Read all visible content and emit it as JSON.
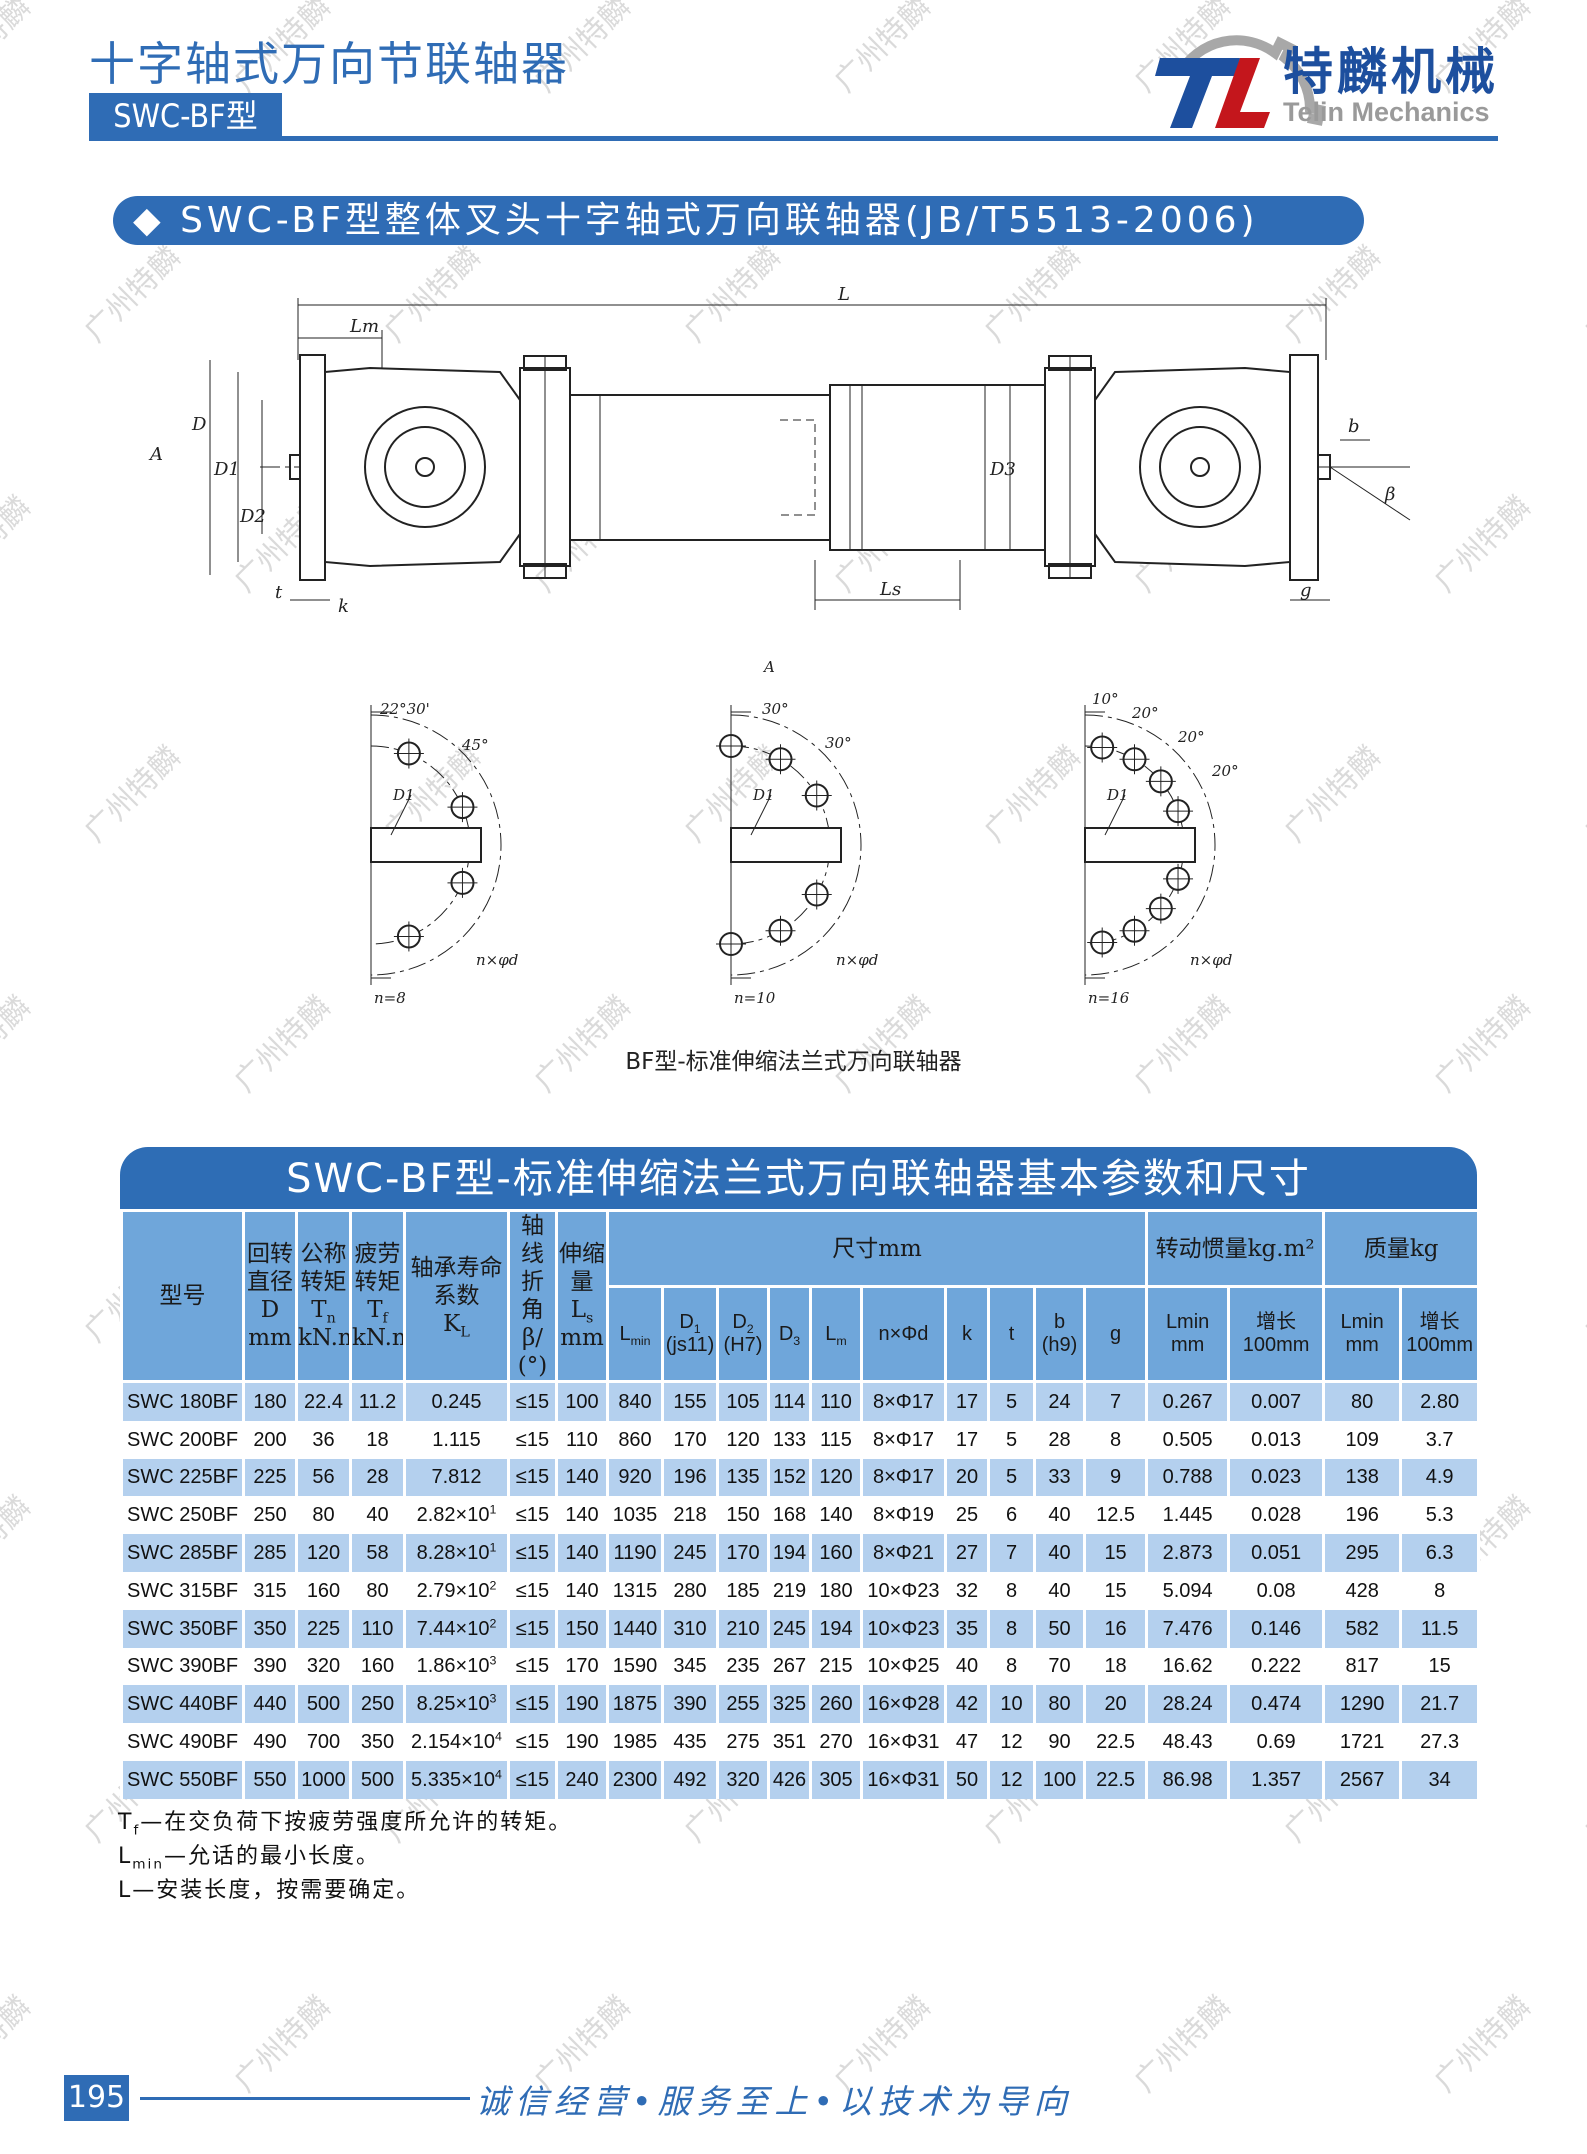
{
  "header": {
    "title": "十字轴式万向节联轴器",
    "model_tag": "SWC-BF型",
    "logo_cn": "特麟机械",
    "logo_en": "Telin Mechanics",
    "logo_mark": "TL",
    "colors": {
      "brand_blue": "#2f6cb5",
      "logo_red": "#c4161c",
      "gear_gray": "#a8a8a8"
    }
  },
  "banner": "◆ SWC-BF型整体叉头十字轴式万向联轴器(JB/T5513-2006)",
  "drawing": {
    "labels": {
      "L": "L",
      "Lm": "Lm",
      "Ls": "Ls",
      "D": "D",
      "D1": "D1",
      "D2": "D2",
      "D3": "D3",
      "A": "A",
      "b": "b",
      "beta": "β",
      "t": "t",
      "k": "k",
      "g": "g"
    },
    "views": [
      {
        "angles": [
          "22°30'",
          "45°"
        ],
        "d1": "D1",
        "holes": "n×φd",
        "n": "n=8"
      },
      {
        "title": "A",
        "angles": [
          "30°",
          "30°"
        ],
        "d1": "D1",
        "holes": "n×φd",
        "n": "n=10"
      },
      {
        "angles": [
          "10°",
          "20°",
          "20°",
          "20°"
        ],
        "d1": "D1",
        "holes": "n×φd",
        "n": "n=16"
      }
    ],
    "caption": "BF型-标准伸缩法兰式万向联轴器"
  },
  "table": {
    "title": "SWC-BF型-标准伸缩法兰式万向联轴器基本参数和尺寸",
    "headers": {
      "model": "型号",
      "D": [
        "回转",
        "直径",
        "D",
        "mm"
      ],
      "Tn": [
        "公称",
        "转矩",
        "T",
        "n",
        "kN.m"
      ],
      "Tf": [
        "疲劳",
        "转矩",
        "T",
        "f",
        "kN.m"
      ],
      "KL": [
        "轴承寿命",
        "系数",
        "K",
        "L"
      ],
      "beta": [
        "轴线",
        "折角",
        "β/",
        "(°)"
      ],
      "Ls": [
        "伸缩",
        "量",
        "L",
        "s",
        "mm"
      ],
      "dims": "尺寸mm",
      "inertia": "转动惯量kg.m²",
      "mass": "质量kg",
      "sub": {
        "Lmin": [
          "L",
          "min"
        ],
        "D1": [
          "D",
          "1",
          "(js11)"
        ],
        "D2": [
          "D",
          "2",
          "(H7)"
        ],
        "D3": [
          "D",
          "3"
        ],
        "Lm": [
          "L",
          "m"
        ],
        "nd": "n×Φd",
        "k": "k",
        "t": "t",
        "b": [
          "b",
          "(h9)"
        ],
        "g": "g",
        "inertia_lmin": [
          "Lmin",
          "mm"
        ],
        "inertia_inc": [
          "增长",
          "100mm"
        ],
        "mass_lmin": [
          "Lmin",
          "mm"
        ],
        "mass_inc": [
          "增长",
          "100mm"
        ]
      }
    },
    "rows": [
      [
        "SWC 180BF",
        "180",
        "22.4",
        "11.2",
        [
          "0.245",
          ""
        ],
        "≤15",
        "100",
        "840",
        "155",
        "105",
        "114",
        "110",
        "8×Φ17",
        "17",
        "5",
        "24",
        "7",
        "0.267",
        "0.007",
        "80",
        "2.80"
      ],
      [
        "SWC 200BF",
        "200",
        "36",
        "18",
        [
          "1.115",
          ""
        ],
        "≤15",
        "110",
        "860",
        "170",
        "120",
        "133",
        "115",
        "8×Φ17",
        "17",
        "5",
        "28",
        "8",
        "0.505",
        "0.013",
        "109",
        "3.7"
      ],
      [
        "SWC 225BF",
        "225",
        "56",
        "28",
        [
          "7.812",
          ""
        ],
        "≤15",
        "140",
        "920",
        "196",
        "135",
        "152",
        "120",
        "8×Φ17",
        "20",
        "5",
        "33",
        "9",
        "0.788",
        "0.023",
        "138",
        "4.9"
      ],
      [
        "SWC 250BF",
        "250",
        "80",
        "40",
        [
          "2.82×10",
          "1"
        ],
        "≤15",
        "140",
        "1035",
        "218",
        "150",
        "168",
        "140",
        "8×Φ19",
        "25",
        "6",
        "40",
        "12.5",
        "1.445",
        "0.028",
        "196",
        "5.3"
      ],
      [
        "SWC 285BF",
        "285",
        "120",
        "58",
        [
          "8.28×10",
          "1"
        ],
        "≤15",
        "140",
        "1190",
        "245",
        "170",
        "194",
        "160",
        "8×Φ21",
        "27",
        "7",
        "40",
        "15",
        "2.873",
        "0.051",
        "295",
        "6.3"
      ],
      [
        "SWC 315BF",
        "315",
        "160",
        "80",
        [
          "2.79×10",
          "2"
        ],
        "≤15",
        "140",
        "1315",
        "280",
        "185",
        "219",
        "180",
        "10×Φ23",
        "32",
        "8",
        "40",
        "15",
        "5.094",
        "0.08",
        "428",
        "8"
      ],
      [
        "SWC 350BF",
        "350",
        "225",
        "110",
        [
          "7.44×10",
          "2"
        ],
        "≤15",
        "150",
        "1440",
        "310",
        "210",
        "245",
        "194",
        "10×Φ23",
        "35",
        "8",
        "50",
        "16",
        "7.476",
        "0.146",
        "582",
        "11.5"
      ],
      [
        "SWC 390BF",
        "390",
        "320",
        "160",
        [
          "1.86×10",
          "3"
        ],
        "≤15",
        "170",
        "1590",
        "345",
        "235",
        "267",
        "215",
        "10×Φ25",
        "40",
        "8",
        "70",
        "18",
        "16.62",
        "0.222",
        "817",
        "15"
      ],
      [
        "SWC 440BF",
        "440",
        "500",
        "250",
        [
          "8.25×10",
          "3"
        ],
        "≤15",
        "190",
        "1875",
        "390",
        "255",
        "325",
        "260",
        "16×Φ28",
        "42",
        "10",
        "80",
        "20",
        "28.24",
        "0.474",
        "1290",
        "21.7"
      ],
      [
        "SWC 490BF",
        "490",
        "700",
        "350",
        [
          "2.154×10",
          "4"
        ],
        "≤15",
        "190",
        "1985",
        "435",
        "275",
        "351",
        "270",
        "16×Φ31",
        "47",
        "12",
        "90",
        "22.5",
        "48.43",
        "0.69",
        "1721",
        "27.3"
      ],
      [
        "SWC 550BF",
        "550",
        "1000",
        "500",
        [
          "5.335×10",
          "4"
        ],
        "≤15",
        "240",
        "2300",
        "492",
        "320",
        "426",
        "305",
        "16×Φ31",
        "50",
        "12",
        "100",
        "22.5",
        "86.98",
        "1.357",
        "2567",
        "34"
      ]
    ]
  },
  "notes": [
    {
      "sym": "T",
      "sub": "f",
      "text": "—在交负荷下按疲劳强度所允许的转矩。"
    },
    {
      "sym": "L",
      "sub": "min",
      "text": "—允话的最小长度。"
    },
    {
      "sym": "L",
      "sub": "",
      "text": "—安装长度，按需要确定。"
    }
  ],
  "footer": {
    "page_number": "195",
    "slogan": "诚信经营•服务至上•以技术为导向"
  },
  "watermark": "广州特麟"
}
